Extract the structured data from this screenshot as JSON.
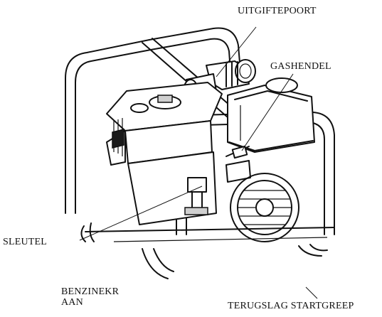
{
  "labels": {
    "outlet": "UITGIFTEPOORT",
    "throttle": "GASHENDEL",
    "key": "SLEUTEL",
    "fuel_valve": "BENZINEKRAAN",
    "fuel_valve_line1": "BENZINEKR",
    "fuel_valve_line2": "AAN",
    "recoil": "TERUGSLAG STARTGREEP"
  },
  "icons": {
    "pump": "water-pump-illustration"
  }
}
